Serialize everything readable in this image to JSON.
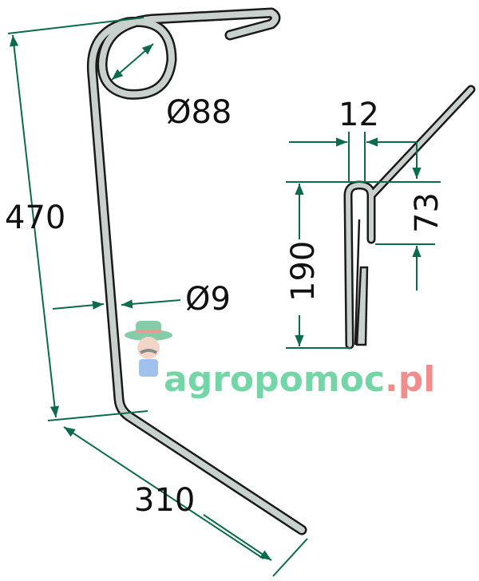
{
  "dimensions": {
    "coil_diameter": "Ø88",
    "wire_diameter": "Ø9",
    "height": "470",
    "foot_length": "310",
    "gap_width": "12",
    "clip_height": "190",
    "offset": "73"
  },
  "watermark": {
    "brand": "agropomoc",
    "suffix": ".pl"
  },
  "colors": {
    "dimension": "#0b6b4c",
    "steel": "#c9d1cd",
    "outline": "#1a1a1a",
    "watermark_green": "#5ccf97",
    "watermark_red": "#f07a7a"
  }
}
